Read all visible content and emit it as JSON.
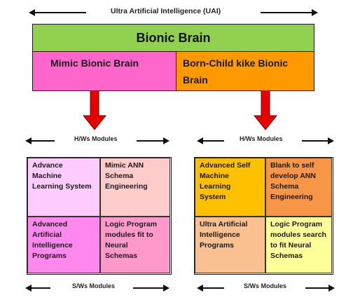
{
  "top_label": "Ultra Artificial Intelligence (UAI)",
  "main": {
    "title": "Bionic Brain",
    "left": "Mimic Bionic Brain",
    "right_line1": "Born-Child kike Bionic",
    "right_line2": "Brain"
  },
  "hw_label_left": "H/Ws Modules",
  "hw_label_right": "H/Ws Modules",
  "sw_label_left": "S/Ws Modules",
  "sw_label_right": "S/Ws Modules",
  "left_grid": {
    "c1": [
      "Advance",
      "Machine",
      "Learning System"
    ],
    "c2": [
      "Mimic ANN",
      "Schema",
      "Engineering"
    ],
    "c3": [
      "Advanced",
      "Artificial",
      "Intelligence",
      "Programs"
    ],
    "c4": [
      "Logic Program",
      "modules fit to",
      "Neural",
      "Schemas"
    ]
  },
  "right_grid": {
    "c1": [
      "Advanced Self",
      "Machine",
      "Learning",
      "System"
    ],
    "c2": [
      "Blank to self",
      "develop ANN",
      "Schema",
      "Engineering"
    ],
    "c3": [
      "Ultra Artificial",
      "Intelligence",
      "Programs"
    ],
    "c4": [
      "Logic Program",
      "modules search",
      "to fit Neural",
      "Schemas"
    ]
  },
  "colors": {
    "green": "#92d050",
    "pink": "#ff66cc",
    "orange": "#ff9900",
    "red_arrow": "#e60000",
    "l1": "#ffccff",
    "l2": "#ffcccc",
    "l3": "#ff88ee",
    "l4": "#ff99cc",
    "r1": "#ffc000",
    "r2": "#f79646",
    "r3": "#fac090",
    "r4": "#ffff99"
  }
}
